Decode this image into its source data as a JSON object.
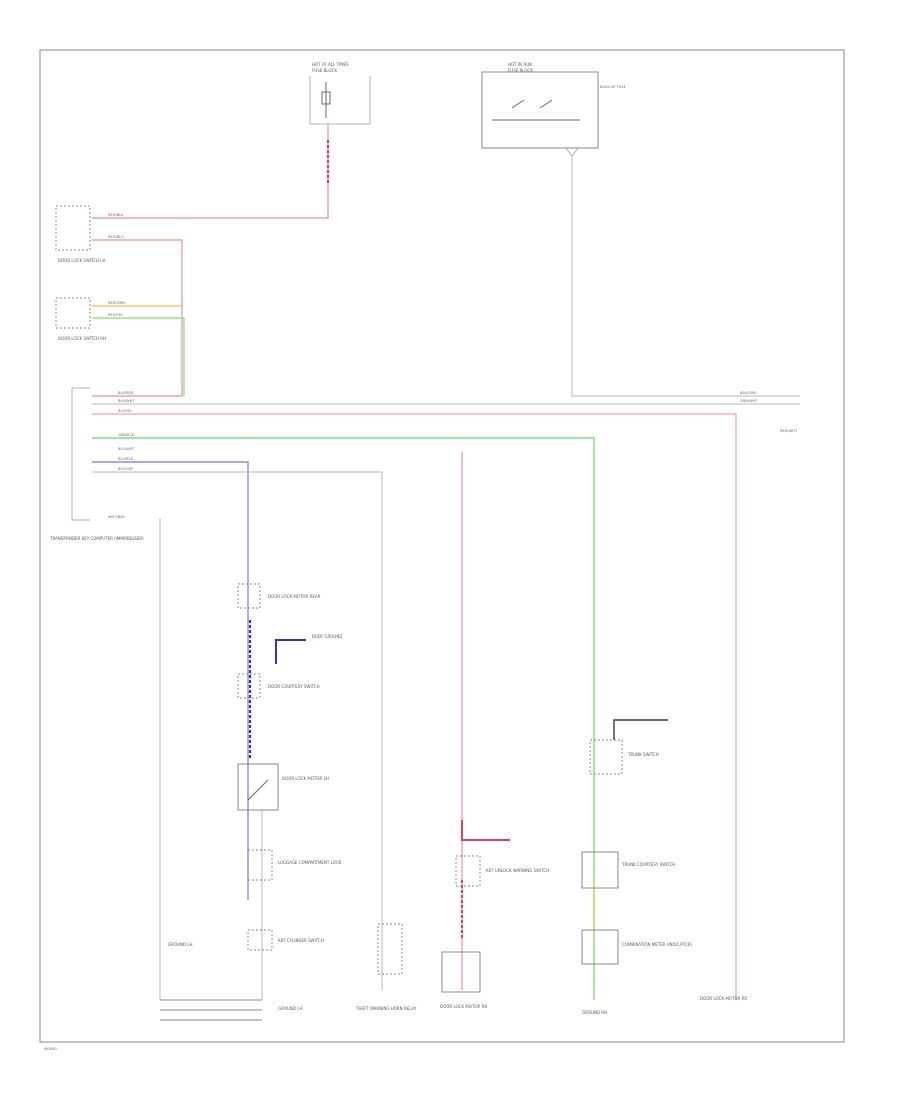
{
  "figure": {
    "corner_code": "W0050",
    "colors": {
      "red": "#f2a0a8",
      "red_strong": "#e04050",
      "green": "#7ee07e",
      "blue": "#8a8ae8",
      "blue_strong": "#3030d0",
      "grey": "#b8b8b8",
      "yellow": "#e8d060",
      "frame": "#8a8a8a"
    },
    "labels": {
      "hot_top_center": "HOT AT ALL TIMES",
      "fuse_top_center": "FUSE BLOCK",
      "hot_top_right": "HOT IN RUN",
      "fuse_top_right": "FUSE BLOCK",
      "fuse_detail_top_right": "BACK-UP FUSE",
      "door_lock_switch_lh": "DOOR LOCK SWITCH LH",
      "door_lock_switch_rh": "DOOR LOCK SWITCH RH",
      "transponder_module": "TRANSPONDER KEY COMPUTER (IMMOBILISER)",
      "door_lock_motor_rear": "DOOR LOCK MOTOR REAR",
      "body_ground_point": "BODY GROUND",
      "door_courtesy_switch": "DOOR COURTESY SWITCH",
      "door_lock_motor_lh": "DOOR LOCK MOTOR LH",
      "luggage_lock": "LUGGAGE COMPARTMENT LOCK",
      "key_cylinder": "KEY CYLINDER SWITCH",
      "ground_lh": "GROUND LH",
      "theft_warning_horn": "THEFT WARNING HORN RELAY",
      "key_unlock_warning": "KEY UNLOCK WARNING SWITCH",
      "door_lock_motor_rh": "DOOR LOCK MOTOR RH",
      "trunk_switch": "TRUNK SWITCH",
      "trunk_courtesy": "TRUNK COURTESY SWITCH",
      "ground_right": "GROUND RH",
      "combination_meter": "COMBINATION METER (INDICATOR)",
      "door_lock_motor_rr": "DOOR LOCK MOTOR RR"
    },
    "wire_tags": {
      "t1": "RED/BLK",
      "t2": "RED/BLU",
      "t3": "RED/GRN",
      "t4": "RED/YEL",
      "t5": "BLK/RED",
      "t6": "BLK/WHT",
      "t7": "BLK/YEL",
      "t8": "GRN/BLK",
      "t9": "BLU/WHT",
      "t10": "BLU/BLK",
      "t11": "BLK/GRY",
      "t12": "WHT/BLK",
      "t13": "BLK/GRN",
      "t14": "GRN/WHT",
      "t15": "RED/WHT"
    }
  }
}
